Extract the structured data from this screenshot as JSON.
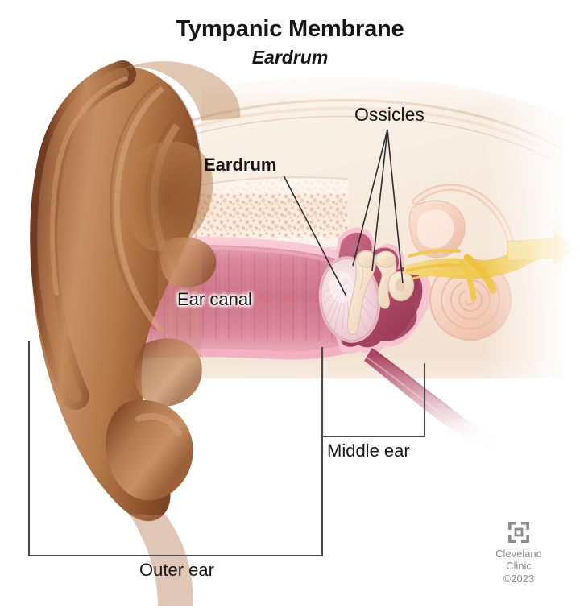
{
  "title": {
    "main": "Tympanic Membrane",
    "sub": "Eardrum"
  },
  "labels": {
    "ossicles": "Ossicles",
    "eardrum": "Eardrum",
    "ear_canal": "Ear canal",
    "middle_ear": "Middle ear",
    "outer_ear": "Outer ear"
  },
  "credit": {
    "logo_icon": "cleveland-clinic-logo-icon",
    "line1": "Cleveland",
    "line2": "Clinic",
    "line3": "©2023"
  },
  "illustration": {
    "type": "medical-anatomy-cross-section",
    "subject": "human ear cross-section showing outer, middle and inner ear",
    "parts": [
      {
        "name": "pinna",
        "label": "Outer ear (auricle)",
        "color": "#a8683f"
      },
      {
        "name": "ear-canal",
        "label": "Ear canal",
        "color": "#d16b84"
      },
      {
        "name": "eardrum",
        "label": "Eardrum (tympanic membrane)",
        "color": "#f0d2d8"
      },
      {
        "name": "ossicles",
        "label": "Ossicles (malleus, incus, stapes)",
        "color": "#f3e3cf"
      },
      {
        "name": "middle-ear-cavity",
        "label": "Middle ear cavity",
        "color": "#b34f6e"
      },
      {
        "name": "cochlea",
        "label": "Cochlea",
        "color": "#f6d6c2"
      },
      {
        "name": "auditory-nerve",
        "label": "Auditory nerve",
        "color": "#f4d06a"
      },
      {
        "name": "eustachian-tube",
        "label": "Eustachian tube",
        "color": "#b5506c"
      },
      {
        "name": "temporal-bone",
        "label": "Temporal / mastoid bone",
        "color": "#f6efe4"
      }
    ],
    "colors": {
      "background": "#ffffff",
      "skin_light": "#d9a47d",
      "skin_mid": "#b4764c",
      "skin_dark": "#8a5130",
      "canal_pink": "#d4768c",
      "canal_rim": "#f4b9c7",
      "cavity_magenta": "#b04c6c",
      "bone_cream": "#f7e8d5",
      "cochlea_peach": "#f7d7c4",
      "nerve_yellow": "#f3cf63",
      "bracket_line": "#4a4a4a",
      "leader_line": "#3a3a3a",
      "text": "#161616"
    }
  }
}
